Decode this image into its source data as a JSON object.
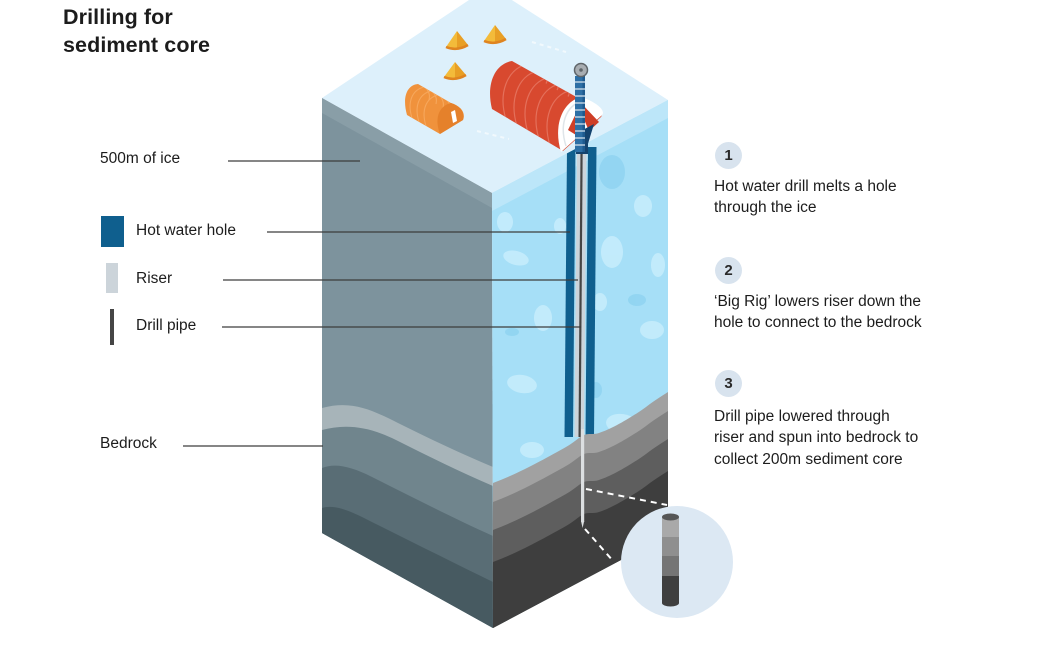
{
  "title": "Drilling for\nsediment core",
  "labels": {
    "ice": {
      "text": "500m of ice"
    },
    "hot_water_hole": {
      "text": "Hot water hole",
      "swatch_color": "#0f5f8e"
    },
    "riser": {
      "text": "Riser",
      "swatch_color": "#ccd4da"
    },
    "drill_pipe": {
      "text": "Drill pipe",
      "swatch_color": "#454545"
    },
    "bedrock": {
      "text": "Bedrock"
    }
  },
  "steps": [
    {
      "number": "1",
      "text": "Hot water drill melts a hole\nthrough the ice"
    },
    {
      "number": "2",
      "text": "‘Big Rig’ lowers riser down the\nhole to connect to the bedrock"
    },
    {
      "number": "3",
      "text": "Drill pipe lowered through\nriser and spun into bedrock to\ncollect 200m sediment core"
    }
  ],
  "colors": {
    "ice_top": "#ddf0fb",
    "ice_side": "#a6dff7",
    "ice_blotch": "#c6edfc",
    "ice_shadow_side": "#7d939d",
    "hot_water_hole": "#0f5f8e",
    "riser": "#ccd4da",
    "drill_pipe": "#454545",
    "bedrock_dark": "#3e3e3e",
    "rig_red": "#d8492f",
    "hut_orange": "#f0923c",
    "tent_yellow": "#eeb22e",
    "step_badge_bg": "#d8e3ee",
    "inset_bg": "#dce8f3",
    "text": "#1c1c1c"
  }
}
